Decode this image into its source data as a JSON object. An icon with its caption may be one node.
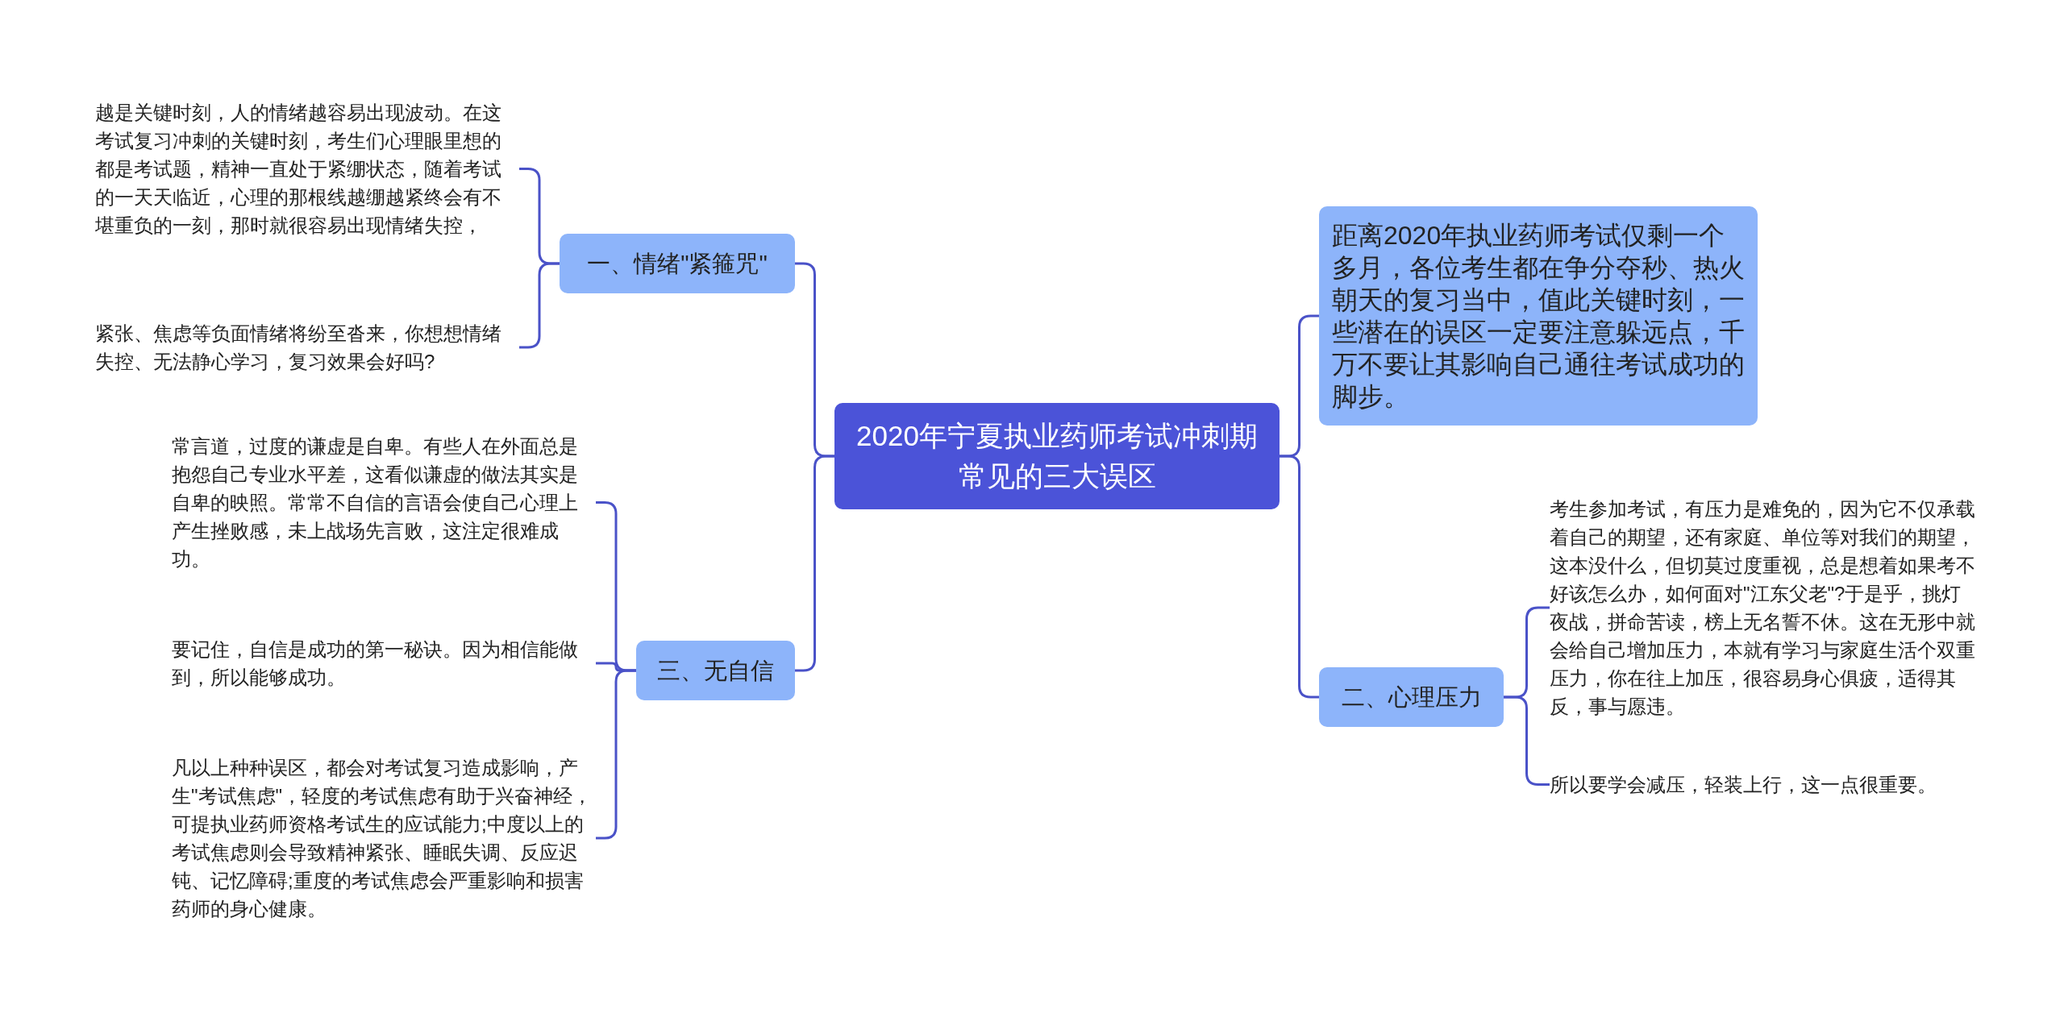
{
  "diagram": {
    "nodes": [
      {
        "text": [
          "2020年宁夏执业药师考试冲刺期常见的三大误区"
        ]
      },
      {
        "text": [
          "一、情绪\"紧箍咒\""
        ]
      },
      {
        "text": [
          "越是关键时刻，人的情绪越容易出现波动。在这考试复习冲刺的关键时刻，考生们心理眼里想的都是考试题，精神一直处于紧绷状态，随着考试的一天天临近，心理的那根线越绷越紧终会有不堪重负的一刻，那时就很容易出现情绪失控，"
        ]
      },
      {
        "text": [
          "紧张、焦虑等负面情绪将纷至沓来，你想想情绪失控、无法静心学习，复习效果会好吗?"
        ]
      },
      {
        "text": [
          "三、无自信"
        ]
      },
      {
        "text": [
          "常言道，过度的谦虚是自卑。有些人在外面总是抱怨自己专业水平差，这看似谦虚的做法其实是自卑的映照。常常不自信的言语会使自己心理上产生挫败感，未上战场先言败，这注定很难成功。"
        ]
      },
      {
        "text": [
          "要记住，自信是成功的第一秘诀。因为相信能做到，所以能够成功。"
        ]
      },
      {
        "text": [
          "凡以上种种误区，都会对考试复习造成影响，产生\"考试焦虑\"，轻度的考试焦虑有助于兴奋神经，可提执业药师资格考试生的应试能力;中度以上的考试焦虑则会导致精神紧张、睡眠失调、反应迟钝、记忆障碍;重度的考试焦虑会严重影响和损害药师的身心健康。"
        ]
      },
      {
        "text": [
          "距离2020年执业药师考试仅剩一个多月，各位考生都在争分夺秒、热火朝天的复习当中，值此关键时刻，一些潜在的误区一定要注意躲远点，千万不要让其影响自己通往考试成功的脚步。"
        ]
      },
      {
        "text": [
          "二、心理压力"
        ]
      },
      {
        "text": [
          "考生参加考试，有压力是难免的，因为它不仅承载着自己的期望，还有家庭、单位等对我们的期望，这本没什么，但切莫过度重视，总是想着如果考不好该怎么办，如何面对\"江东父老\"?于是乎，挑灯夜战，拼命苦读，榜上无名誓不休。这在无形中就会给自己增加压力，本就有学习与家庭生活个双重压力，你在往上加压，很容易身心俱疲，适得其反，事与愿违。"
        ]
      },
      {
        "text": [
          "所以要学会减压，轻装上行，这一点很重要。"
        ]
      }
    ],
    "edges": [
      {
        "from": 0,
        "to": 1,
        "arrow": "none"
      },
      {
        "from": 1,
        "to": 2,
        "arrow": "none"
      },
      {
        "from": 1,
        "to": 3,
        "arrow": "none"
      },
      {
        "from": 0,
        "to": 4,
        "arrow": "none"
      },
      {
        "from": 4,
        "to": 5,
        "arrow": "none"
      },
      {
        "from": 4,
        "to": 6,
        "arrow": "none"
      },
      {
        "from": 4,
        "to": 7,
        "arrow": "none"
      },
      {
        "from": 0,
        "to": 8,
        "arrow": "none"
      },
      {
        "from": 0,
        "to": 9,
        "arrow": "none"
      },
      {
        "from": 9,
        "to": 10,
        "arrow": "none"
      },
      {
        "from": 9,
        "to": 11,
        "arrow": "none"
      }
    ]
  }
}
